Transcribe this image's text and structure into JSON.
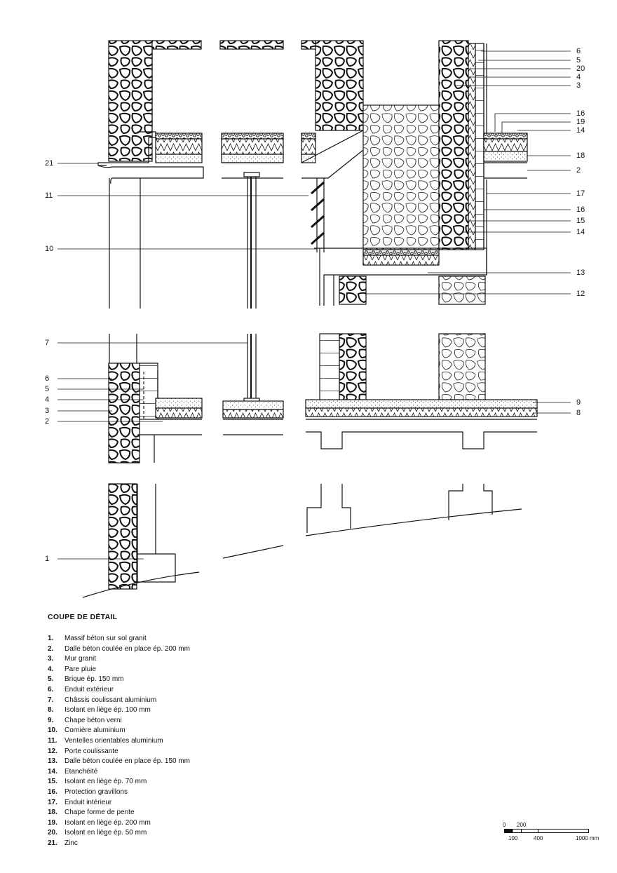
{
  "callouts_left": [
    {
      "label": "21"
    },
    {
      "label": "11"
    },
    {
      "label": "10"
    },
    {
      "label": "7"
    },
    {
      "label": "6"
    },
    {
      "label": "5"
    },
    {
      "label": "4"
    },
    {
      "label": "3"
    },
    {
      "label": "2"
    },
    {
      "label": "1"
    }
  ],
  "callouts_right": [
    {
      "label": "6"
    },
    {
      "label": "5"
    },
    {
      "label": "20"
    },
    {
      "label": "4"
    },
    {
      "label": "3"
    },
    {
      "label": "16"
    },
    {
      "label": "19"
    },
    {
      "label": "14"
    },
    {
      "label": "18"
    },
    {
      "label": "2"
    },
    {
      "label": "17"
    },
    {
      "label": "16"
    },
    {
      "label": "15"
    },
    {
      "label": "14"
    },
    {
      "label": "13"
    },
    {
      "label": "12"
    },
    {
      "label": "9"
    },
    {
      "label": "8"
    }
  ],
  "legend": {
    "title": "COUPE DE DÉTAIL",
    "items": [
      {
        "num": "1.",
        "text": "Massif béton sur sol granit"
      },
      {
        "num": "2.",
        "text": "Dalle béton coulée en place ép. 200 mm"
      },
      {
        "num": "3.",
        "text": "Mur granit"
      },
      {
        "num": "4.",
        "text": "Pare pluie"
      },
      {
        "num": "5.",
        "text": "Brique ép. 150 mm"
      },
      {
        "num": "6.",
        "text": "Enduit extérieur"
      },
      {
        "num": "7.",
        "text": "Châssis coulissant aluminium"
      },
      {
        "num": "8.",
        "text": "Isolant en liège ép. 100 mm"
      },
      {
        "num": "9.",
        "text": "Chape béton verni"
      },
      {
        "num": "10.",
        "text": "Cornière aluminium"
      },
      {
        "num": "11.",
        "text": "Ventelles orientables aluminium"
      },
      {
        "num": "12.",
        "text": "Porte coulissante"
      },
      {
        "num": "13.",
        "text": "Dalle béton coulée en place ép. 150 mm"
      },
      {
        "num": "14.",
        "text": "Etanchéité"
      },
      {
        "num": "15.",
        "text": "Isolant en liège ép. 70 mm"
      },
      {
        "num": "16.",
        "text": "Protection gravillons"
      },
      {
        "num": "17.",
        "text": "Enduit intérieur"
      },
      {
        "num": "18.",
        "text": "Chape forme de pente"
      },
      {
        "num": "19.",
        "text": "Isolant en liège ép. 200 mm"
      },
      {
        "num": "20.",
        "text": "Isolant en liège ép. 50 mm"
      },
      {
        "num": "21.",
        "text": "Zinc"
      }
    ]
  },
  "scale_bar": {
    "top_labels": [
      "0",
      "200"
    ],
    "bottom_labels": [
      "100",
      "400",
      "1000 mm"
    ]
  }
}
